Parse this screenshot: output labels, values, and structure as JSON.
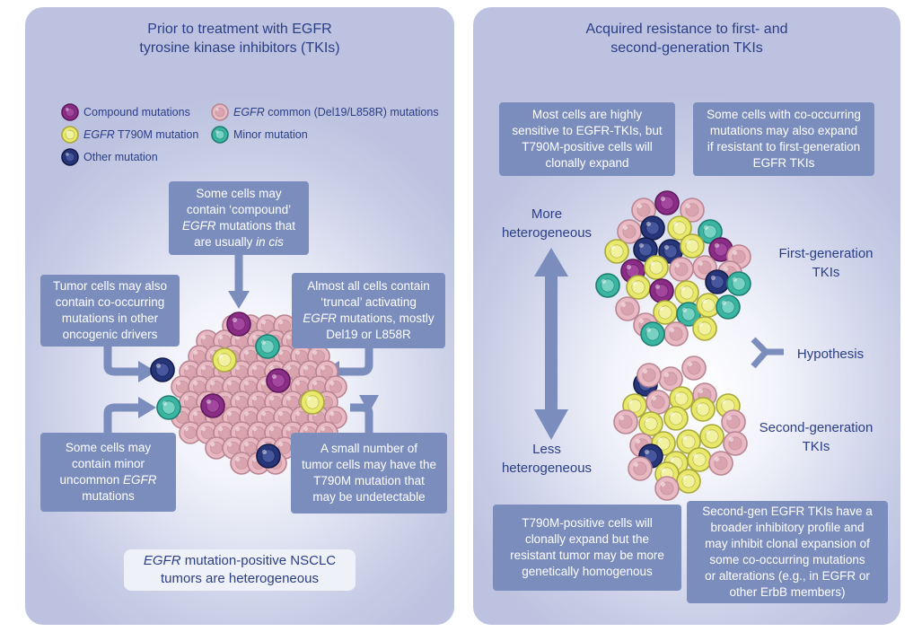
{
  "left_panel": {
    "title_line1": "Prior to treatment with EGFR",
    "title_line2": "tyrosine kinase inhibitors (TKIs)",
    "legend": {
      "compound": "Compound mutations",
      "common_italic": "EGFR",
      "common_rest": " common (Del19/L858R) mutations",
      "t790m_italic": "EGFR",
      "t790m_rest": " T790M mutation",
      "minor": "Minor mutation",
      "other": "Other mutation"
    },
    "box_compound": {
      "l1": "Some cells may",
      "l2": "contain ‘compound’",
      "l3_italic": "EGFR",
      "l3_rest": " mutations that",
      "l4_pre": "are usually ",
      "l4_italic": "in cis"
    },
    "box_cooccurring": [
      "Tumor cells may also",
      "contain co-occurring",
      "mutations in other",
      "oncogenic drivers"
    ],
    "box_truncal": {
      "l1": "Almost all cells contain",
      "l2": "‘truncal’ activating",
      "l3_italic": "EGFR",
      "l3_rest": " mutations, mostly",
      "l4": "Del19 or L858R"
    },
    "box_minor": {
      "l1": "Some cells may",
      "l2": "contain minor",
      "l3_pre": "uncommon ",
      "l3_italic": "EGFR",
      "l4": "mutations"
    },
    "box_t790m": [
      "A small number of",
      "tumor cells may have the",
      "T790M mutation that",
      "may be undetectable"
    ],
    "footer": {
      "l1_italic": "EGFR",
      "l1_rest": " mutation-positive NSCLC",
      "l2": "tumors are heterogeneous"
    }
  },
  "right_panel": {
    "title_line1": "Acquired resistance to first- and",
    "title_line2": "second-generation TKIs",
    "box_first": [
      "Most cells are highly",
      "sensitive to EGFR-TKIs, but",
      "T790M-positive cells will",
      "clonally expand"
    ],
    "box_second": [
      "Some cells with co-occurring",
      "mutations may also expand",
      "if resistant to first-generation",
      "EGFR TKIs"
    ],
    "more_hetero": [
      "More",
      "heterogeneous"
    ],
    "less_hetero": [
      "Less",
      "heterogeneous"
    ],
    "first_gen": [
      "First-generation",
      "TKIs"
    ],
    "hypothesis": "Hypothesis",
    "second_gen": [
      "Second-generation",
      "TKIs"
    ],
    "box_t790m_expand": [
      "T790M-positive cells will",
      "clonally expand but the",
      "resistant tumor may be more",
      "genetically homogenous"
    ],
    "box_secondgen": [
      "Second-gen EGFR TKIs have a",
      "broader inhibitory profile and",
      "may inhibit clonal expansion of",
      "some co-occurring mutations",
      "or alterations (e.g., in EGFR or",
      "other ErbB members)"
    ]
  },
  "colors": {
    "box_fill": "#7b8dbd",
    "text": "#2b3e86",
    "pink_cell": "#e8b9c2",
    "purple_cell": "#8b2c86",
    "yellow_cell": "#e8e86a",
    "teal_cell": "#3ab5a2",
    "navy_cell": "#27367a"
  }
}
